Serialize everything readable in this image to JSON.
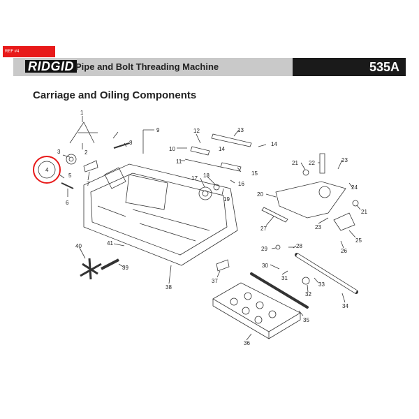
{
  "ref_tag": "REF #4",
  "brand": "RIDGID",
  "title": "Pipe and Bolt Threading Machine",
  "model": "535A",
  "section": "Carriage and Oiling Components",
  "highlight_color": "#e81a1a",
  "callouts": [
    "1",
    "2",
    "3",
    "4",
    "5",
    "6",
    "7",
    "8",
    "9",
    "10",
    "11",
    "12",
    "13",
    "14",
    "14",
    "15",
    "16",
    "17",
    "18",
    "19",
    "20",
    "21",
    "21",
    "22",
    "23",
    "23",
    "24",
    "25",
    "26",
    "27",
    "28",
    "29",
    "30",
    "31",
    "32",
    "33",
    "34",
    "35",
    "36",
    "37",
    "38",
    "39",
    "40",
    "41"
  ]
}
